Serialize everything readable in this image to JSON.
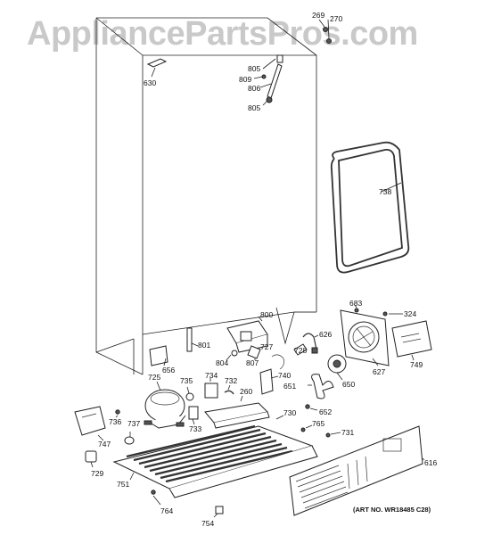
{
  "watermark": "AppliancePartsPros.com",
  "art_number": "(ART NO. WR18485 C28)",
  "callouts": {
    "c269": "269",
    "c270": "270",
    "c630": "630",
    "c805a": "805",
    "c809": "809",
    "c806": "806",
    "c805b": "805",
    "c738": "738",
    "c800": "800",
    "c801": "801",
    "c683": "683",
    "c324": "324",
    "c626": "626",
    "c727": "727",
    "c728": "728",
    "c804": "804",
    "c807": "807",
    "c656": "656",
    "c725": "725",
    "c734": "734",
    "c732": "732",
    "c740": "740",
    "c651": "651",
    "c650": "650",
    "c627": "627",
    "c749": "749",
    "c735": "735",
    "c260": "260",
    "c730": "730",
    "c652": "652",
    "c765": "765",
    "c733": "733",
    "c736": "736",
    "c737": "737",
    "c747": "747",
    "c731": "731",
    "c616": "616",
    "c729": "729",
    "c751": "751",
    "c764": "764",
    "c754": "754"
  }
}
